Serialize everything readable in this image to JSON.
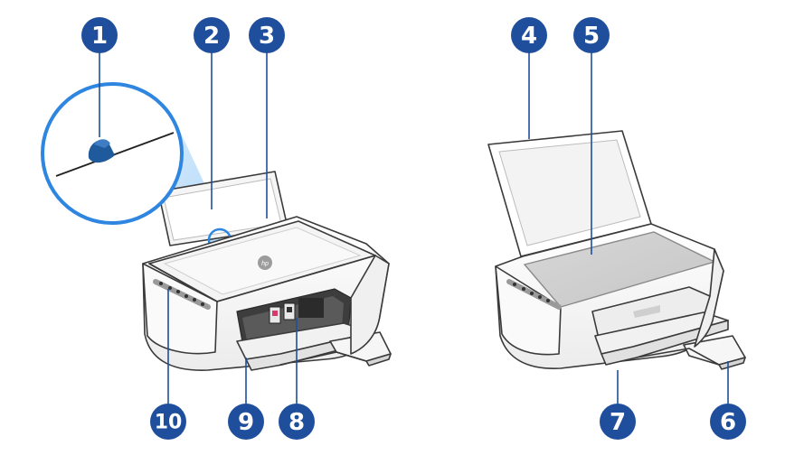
{
  "callouts": [
    {
      "id": 1,
      "label": "1"
    },
    {
      "id": 2,
      "label": "2"
    },
    {
      "id": 3,
      "label": "3"
    },
    {
      "id": 4,
      "label": "4"
    },
    {
      "id": 5,
      "label": "5"
    },
    {
      "id": 6,
      "label": "6"
    },
    {
      "id": 7,
      "label": "7"
    },
    {
      "id": 8,
      "label": "8"
    },
    {
      "id": 9,
      "label": "9"
    },
    {
      "id": 10,
      "label": "10"
    }
  ],
  "colors": {
    "callout": "#1f4f9c",
    "zoom_highlight": "#2f86e0",
    "zoom_beam": "#bfe0fb"
  },
  "logo_text": "hp"
}
